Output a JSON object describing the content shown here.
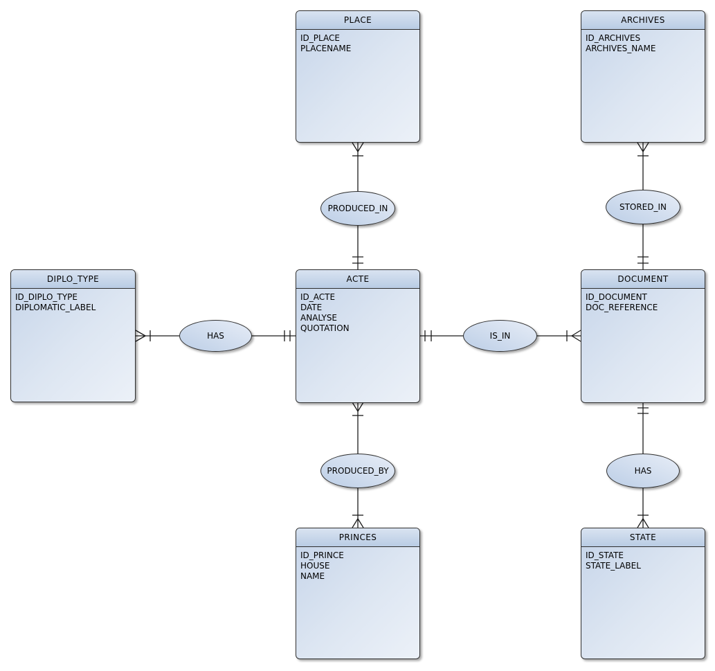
{
  "diagram": {
    "type": "entity-relationship",
    "notation": "crow's foot with ellipse relationship nodes",
    "colors": {
      "canvas_background": "#ffffff",
      "entity_header_top": "#d9e3f1",
      "entity_header_bottom": "#b9cce4",
      "entity_body_dark": "#c5d4e9",
      "entity_body_light": "#ecf1f8",
      "ellipse_light": "#e7edf7",
      "ellipse_dark": "#bccee6",
      "border": "#2e2e2e",
      "line": "#1a1a1a",
      "text": "#000000"
    },
    "entities": [
      {
        "name": "PLACE",
        "attributes": [
          "ID_PLACE",
          "PLACENAME"
        ]
      },
      {
        "name": "ARCHIVES",
        "attributes": [
          "ID_ARCHIVES",
          "ARCHIVES_NAME"
        ]
      },
      {
        "name": "DIPLO_TYPE",
        "attributes": [
          "ID_DIPLO_TYPE",
          "DIPLOMATIC_LABEL"
        ]
      },
      {
        "name": "ACTE",
        "attributes": [
          "ID_ACTE",
          "DATE",
          "ANALYSE",
          "QUOTATION"
        ]
      },
      {
        "name": "DOCUMENT",
        "attributes": [
          "ID_DOCUMENT",
          "DOC_REFERENCE"
        ]
      },
      {
        "name": "PRINCES",
        "attributes": [
          "ID_PRINCE",
          "HOUSE",
          "NAME"
        ]
      },
      {
        "name": "STATE",
        "attributes": [
          "ID_STATE",
          "STATE_LABEL"
        ]
      }
    ],
    "relationships": [
      {
        "name": "PRODUCED_IN",
        "endpoints": [
          {
            "entity": "PLACE",
            "marker": "crow-foot + one (one-or-many)"
          },
          {
            "entity": "ACTE",
            "marker": "double tick (one-and-only-one)"
          }
        ]
      },
      {
        "name": "STORED_IN",
        "endpoints": [
          {
            "entity": "ARCHIVES",
            "marker": "crow-foot + one (one-or-many)"
          },
          {
            "entity": "DOCUMENT",
            "marker": "double tick (one-and-only-one)"
          }
        ]
      },
      {
        "name": "HAS",
        "endpoints": [
          {
            "entity": "DIPLO_TYPE",
            "marker": "crow-foot + one (one-or-many)"
          },
          {
            "entity": "ACTE",
            "marker": "double tick (one-and-only-one)"
          }
        ]
      },
      {
        "name": "IS_IN",
        "endpoints": [
          {
            "entity": "ACTE",
            "marker": "double tick (one-and-only-one)"
          },
          {
            "entity": "DOCUMENT",
            "marker": "one + crow-foot (one-or-many)"
          }
        ]
      },
      {
        "name": "PRODUCED_BY",
        "endpoints": [
          {
            "entity": "ACTE",
            "marker": "crow-foot + one (one-or-many)"
          },
          {
            "entity": "PRINCES",
            "marker": "one + crow-foot (one-or-many)"
          }
        ]
      },
      {
        "name": "HAS",
        "endpoints": [
          {
            "entity": "DOCUMENT",
            "marker": "double tick (one-and-only-one)"
          },
          {
            "entity": "STATE",
            "marker": "one + crow-foot (one-or-many)"
          }
        ]
      }
    ]
  }
}
